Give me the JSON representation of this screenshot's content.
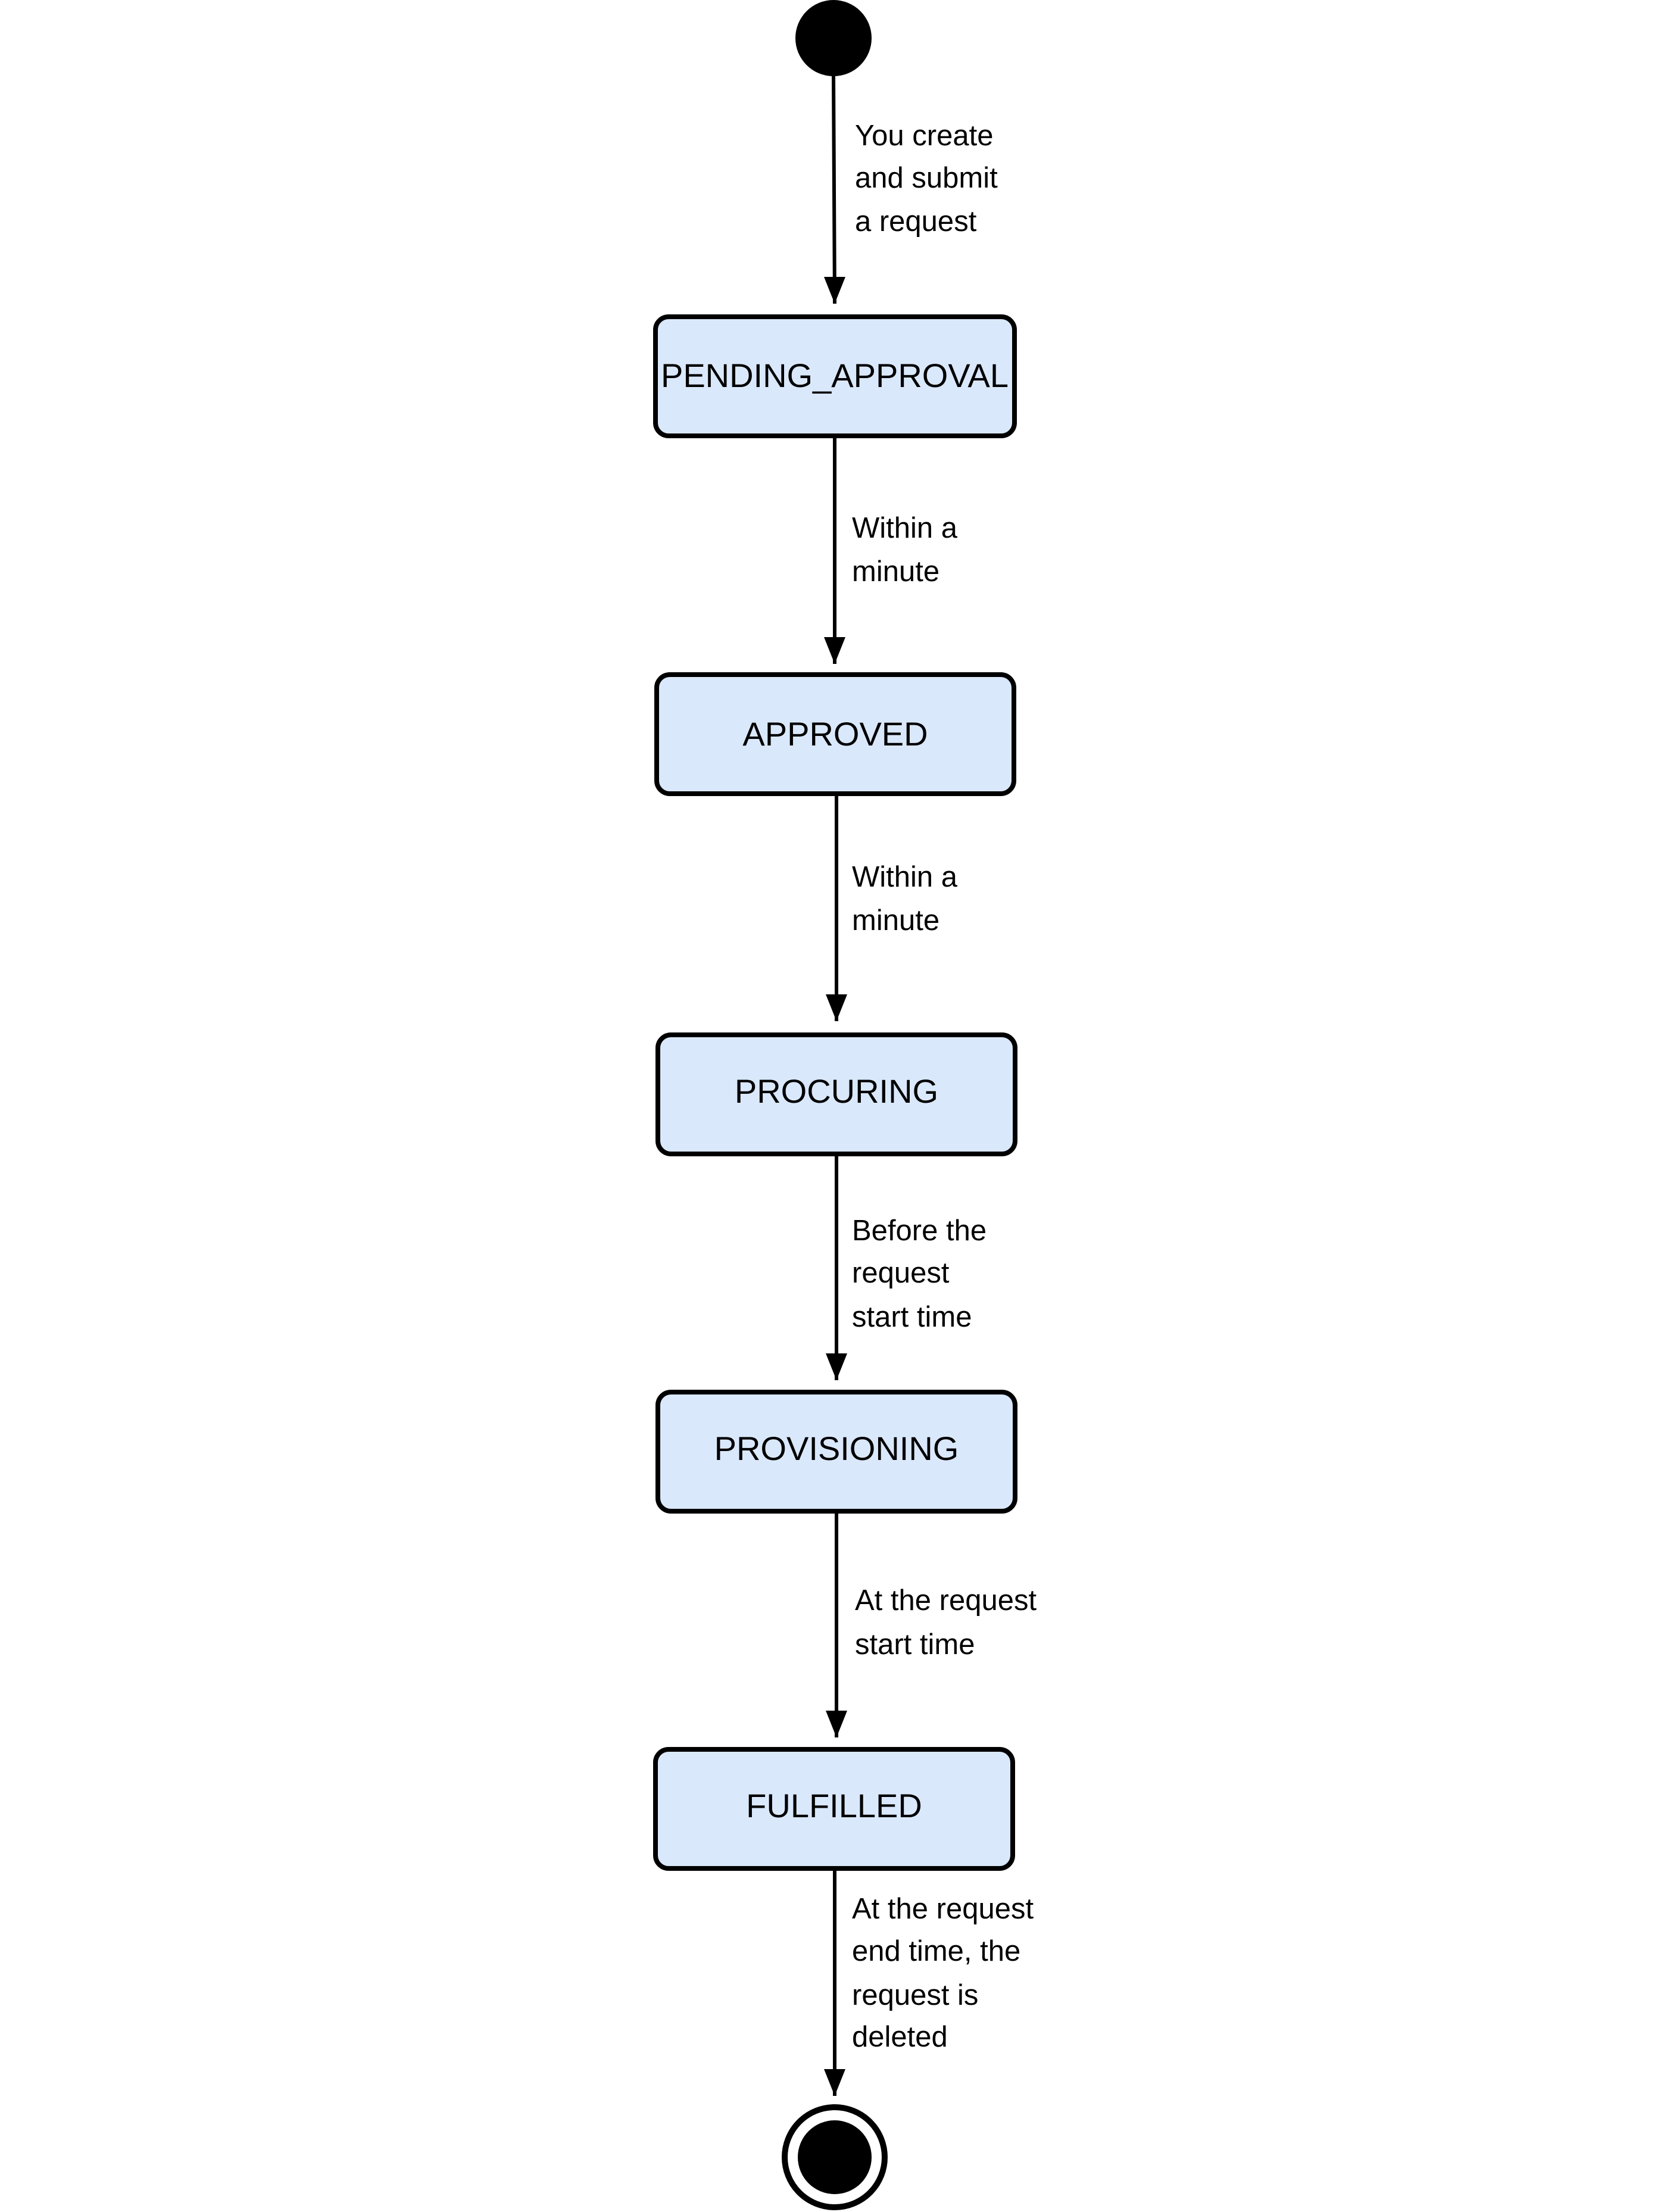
{
  "states": [
    {
      "id": "pending_approval",
      "label": "PENDING_APPROVAL"
    },
    {
      "id": "approved",
      "label": "APPROVED"
    },
    {
      "id": "procuring",
      "label": "PROCURING"
    },
    {
      "id": "provisioning",
      "label": "PROVISIONING"
    },
    {
      "id": "fulfilled",
      "label": "FULFILLED"
    }
  ],
  "transitions": [
    {
      "from": "start",
      "to": "pending_approval",
      "lines": [
        "You create",
        "and submit",
        "a request"
      ]
    },
    {
      "from": "pending_approval",
      "to": "approved",
      "lines": [
        "Within a",
        "minute"
      ]
    },
    {
      "from": "approved",
      "to": "procuring",
      "lines": [
        "Within a",
        "minute"
      ]
    },
    {
      "from": "procuring",
      "to": "provisioning",
      "lines": [
        "Before the",
        "request",
        "start time"
      ]
    },
    {
      "from": "provisioning",
      "to": "fulfilled",
      "lines": [
        "At the request",
        "start time"
      ]
    },
    {
      "from": "fulfilled",
      "to": "end",
      "lines": [
        "At the request",
        "end time, the",
        "request is",
        "deleted"
      ]
    }
  ],
  "colors": {
    "state_fill": "#dae8fc",
    "stroke": "#000000",
    "background": "#ffffff"
  }
}
